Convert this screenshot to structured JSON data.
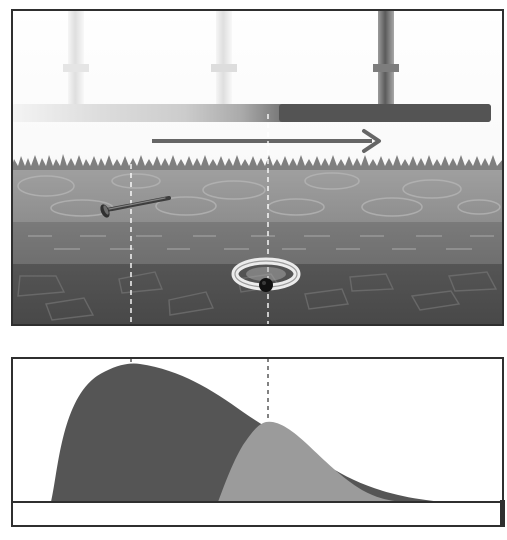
{
  "scene": {
    "sweep_direction": "left-to-right",
    "detector_positions": [
      "past",
      "current"
    ],
    "buried_objects": [
      "nail-icon",
      "ring-icon"
    ]
  },
  "signal": {
    "curves": [
      "large-nail-signal",
      "small-ring-signal"
    ],
    "colors": {
      "large": "#555555",
      "small": "#9b9b9b",
      "frame": "#2f2f2f"
    }
  }
}
